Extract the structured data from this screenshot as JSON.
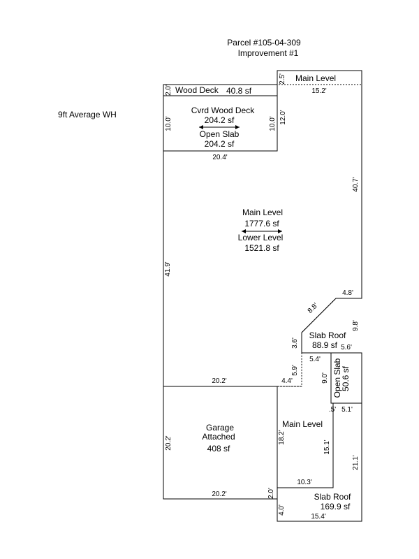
{
  "header": {
    "parcel": "Parcel #105-04-309",
    "improvement": "Improvement #1"
  },
  "note": "9ft Average WH",
  "areas": {
    "wood_deck": {
      "name": "Wood Deck",
      "area": "40.8 sf"
    },
    "main_level_top": {
      "name": "Main Level"
    },
    "covered_deck": {
      "name": "Cvrd Wood Deck",
      "area": "204.2 sf",
      "lower_name": "Open Slab",
      "lower_area": "204.2 sf"
    },
    "main_level": {
      "name": "Main Level",
      "area": "1777.6 sf",
      "lower_name": "Lower Level",
      "lower_area": "1521.8 sf"
    },
    "slab_roof_1": {
      "name": "Slab Roof",
      "area": "88.9 sf"
    },
    "open_slab": {
      "name": "Open Slab",
      "area": "50.6 sf"
    },
    "garage": {
      "name": "Garage",
      "name2": "Attached",
      "area": "408 sf"
    },
    "main_level_lower": {
      "name": "Main Level"
    },
    "slab_roof_2": {
      "name": "Slab Roof",
      "area": "169.9 sf"
    }
  },
  "dimensions": {
    "d_2_5": "2.5'",
    "d_2_0_top": "2.0'",
    "d_15_2": "15.2'",
    "d_10_0_left": "10.0'",
    "d_10_0_right": "10.0'",
    "d_12_0": "12.0'",
    "d_20_4": "20.4'",
    "d_40_7": "40.7'",
    "d_41_9": "41.9'",
    "d_4_8": "4.8'",
    "d_8_8": "8.8'",
    "d_9_8": "9.8'",
    "d_3_6": "3.6'",
    "d_5_6": "5.6'",
    "d_5_4": "5.4'",
    "d_5_9": "5.9'",
    "d_4_4": "4.4'",
    "d_9_0": "9.0'",
    "d_20_2_mid": "20.2'",
    "d_5_tick": ".5'",
    "d_5_1": "5.1'",
    "d_20_2_left": "20.2'",
    "d_18_2": "18.2'",
    "d_15_1": "15.1'",
    "d_21_1": "21.1'",
    "d_10_3": "10.3'",
    "d_20_2_bottom": "20.2'",
    "d_2_0_bottom": "2.0'",
    "d_4_0": "4.0'",
    "d_15_4": "15.4'"
  }
}
